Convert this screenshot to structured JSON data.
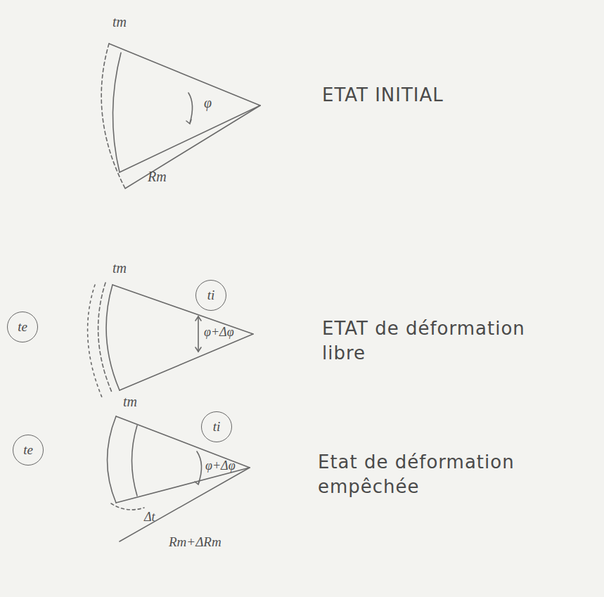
{
  "diagram": {
    "nodes": [
      {
        "text": [
          "te"
        ]
      },
      {
        "text": [
          "ti"
        ]
      },
      {
        "text": [
          "te"
        ]
      },
      {
        "text": [
          "ti"
        ]
      }
    ],
    "labels": [
      "tm",
      "φ",
      "Rm",
      "ETAT INITIAL",
      "tm",
      "φ+Δφ",
      "ETAT de déformation libre",
      "tm",
      "φ+Δφ",
      "Etat de déformation empêchée",
      "Δt",
      "Rm+ΔRm"
    ]
  }
}
